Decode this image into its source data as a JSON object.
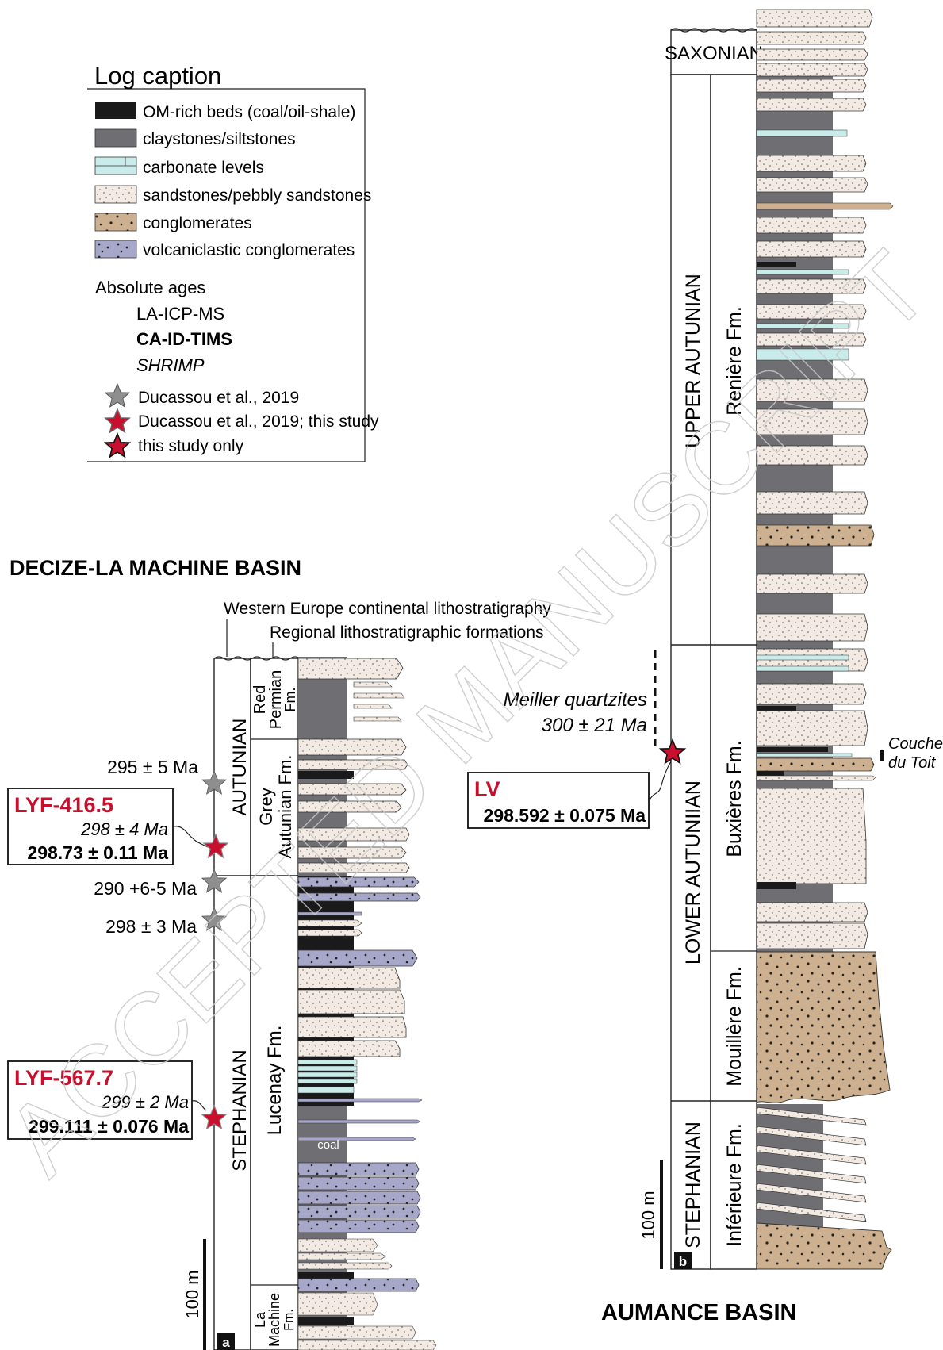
{
  "watermark": "ACCEPTED MANUSCRIPT",
  "colors": {
    "om_rich": "#1a1a1a",
    "claystone": "#6f6f73",
    "carbonate": "#c9ecea",
    "sandstone": "#f3ebe3",
    "conglomerate": "#cdb08f",
    "volcaniclastic": "#a7a8c9",
    "star_grey": "#8e8e8e",
    "star_red": "#c8102e",
    "sample_red": "#c8102e"
  },
  "legend": {
    "title": "Log caption",
    "items": [
      {
        "label": "OM-rich beds (coal/oil-shale)",
        "swatch": "om_rich"
      },
      {
        "label": "claystones/siltstones",
        "swatch": "claystone"
      },
      {
        "label": "carbonate levels",
        "swatch": "carbonate"
      },
      {
        "label": "sandstones/pebbly sandstones",
        "swatch": "sandstone"
      },
      {
        "label": "conglomerates",
        "swatch": "conglomerate"
      },
      {
        "label": "volcaniclastic conglomerates",
        "swatch": "volcaniclastic"
      }
    ],
    "ages_title": "Absolute ages",
    "methods": [
      "LA-ICP-MS",
      "CA-ID-TIMS",
      "SHRIMP"
    ],
    "stars": [
      {
        "label": "Ducassou et al., 2019",
        "type": "grey"
      },
      {
        "label": "Ducassou et al., 2019; this study",
        "type": "red-grey"
      },
      {
        "label": "this study only",
        "type": "red"
      }
    ]
  },
  "panel_a": {
    "basin_title": "DECIZE-LA MACHINE BASIN",
    "panel_letter": "a",
    "header_line1": "Western Europe continental lithostratigraphy",
    "header_line2": "Regional lithostratigraphic formations",
    "stages": [
      "AUTUNIAN",
      "STEPHANIAN"
    ],
    "formations": [
      {
        "line1": "Red",
        "line2": "Permian",
        "line3": "Fm."
      },
      {
        "line1": "Grey",
        "line2": "Autunian Fm.",
        "line3": ""
      },
      {
        "line1": "Lucenay Fm.",
        "line2": "",
        "line3": ""
      },
      {
        "line1": "La",
        "line2": "Machine",
        "line3": "Fm."
      }
    ],
    "coal_label": "coal",
    "scale": "100 m",
    "ages": [
      "295 ± 5 Ma",
      "290 +6-5 Ma",
      "298 ± 3 Ma"
    ],
    "samples": [
      {
        "name": "LYF-416.5",
        "shrimp": "298 ± 4 Ma",
        "tims": "298.73 ± 0.11 Ma"
      },
      {
        "name": "LYF-567.7",
        "shrimp": "299 ± 2 Ma",
        "tims": "299.111 ± 0.076 Ma"
      }
    ]
  },
  "panel_b": {
    "basin_title": "AUMANCE BASIN",
    "panel_letter": "b",
    "stages": [
      "SAXONIAN",
      "UPPER AUTUNIAN",
      "LOWER AUTUNIIAN",
      "STEPHANIAN"
    ],
    "formations": [
      "Renière Fm.",
      "Buxières Fm.",
      "Mouillère Fm.",
      "Inférieure Fm."
    ],
    "scale": "100 m",
    "meiller_name": "Meiller quartzites",
    "meiller_age": "300 ± 21 Ma",
    "couche_line1": "Couche",
    "couche_line2": "du Toit",
    "sample": {
      "name": "LV",
      "tims": "298.592 ± 0.075 Ma"
    }
  }
}
